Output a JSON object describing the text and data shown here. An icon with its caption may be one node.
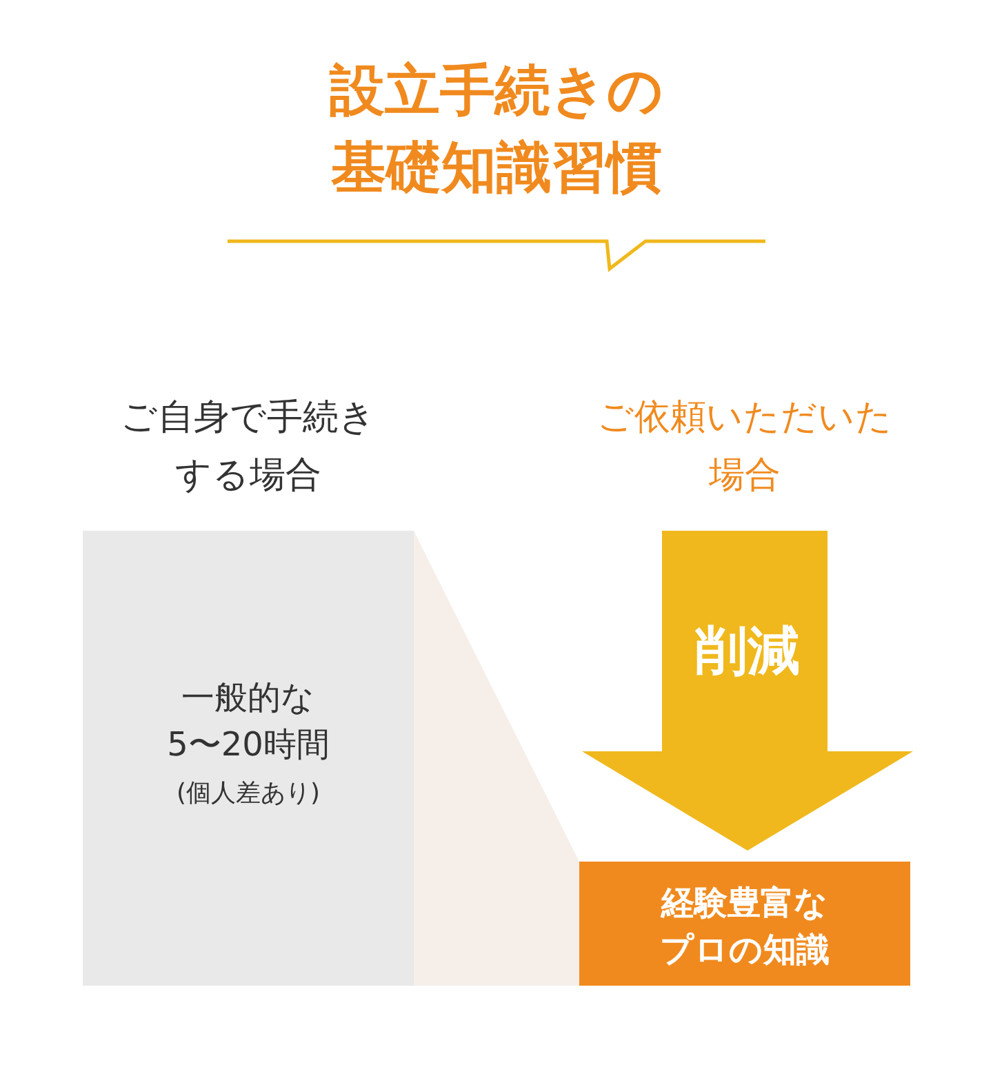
{
  "diagram": {
    "title": "設立手続きの基礎知識習慣",
    "nodes": [
      {
        "text": [
          "一般的な",
          "5〜20時間",
          "(個人差あり)"
        ]
      },
      {
        "text": [
          "削減"
        ]
      },
      {
        "text": [
          "経験豊富なプロの知識"
        ]
      }
    ],
    "labels": [
      "ご自身で手続きする場合",
      "ご依頼いただいた場合"
    ]
  }
}
